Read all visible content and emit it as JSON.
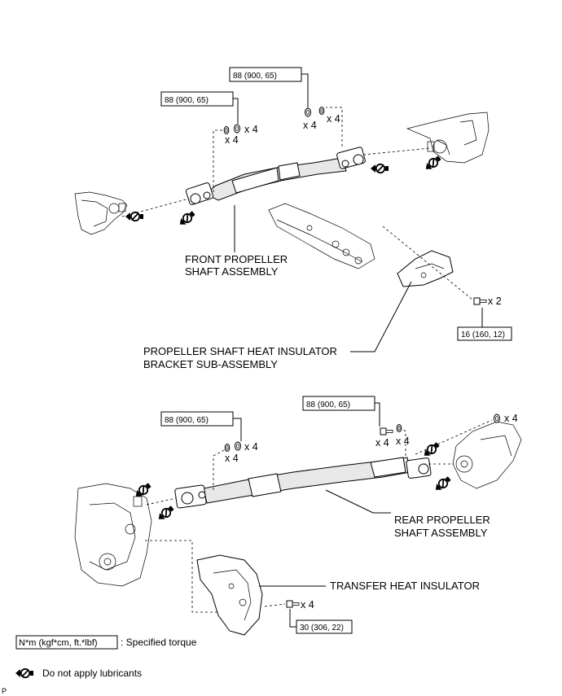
{
  "torque_specs": {
    "front_rear_flange_bolts": "88 (900, 65)",
    "front_front_flange_nuts": "88 (900, 65)",
    "rear_front_flange_nuts": "88 (900, 65)",
    "rear_rear_flange_bolts": "88 (900, 65)",
    "heat_insulator_bracket_bolts": "16 (160, 12)",
    "transfer_heat_insulator_bolts": "30 (306, 22)"
  },
  "quantities": {
    "x4": "x 4",
    "x2": "x 2"
  },
  "part_labels": {
    "front_propeller_line1": "FRONT PROPELLER",
    "front_propeller_line2": "SHAFT ASSEMBLY",
    "bracket_line1": "PROPELLER SHAFT HEAT INSULATOR",
    "bracket_line2": "BRACKET SUB-ASSEMBLY",
    "rear_propeller_line1": "REAR PROPELLER",
    "rear_propeller_line2": "SHAFT ASSEMBLY",
    "transfer_heat_insulator": "TRANSFER HEAT INSULATOR"
  },
  "legend": {
    "torque_unit": "N*m (kgf*cm, ft.*lbf)",
    "torque_desc": ": Specified torque",
    "no_lube_desc": "Do not apply lubricants",
    "no_lube_icon": "no-lubricant-icon"
  },
  "corner_mark": "P"
}
